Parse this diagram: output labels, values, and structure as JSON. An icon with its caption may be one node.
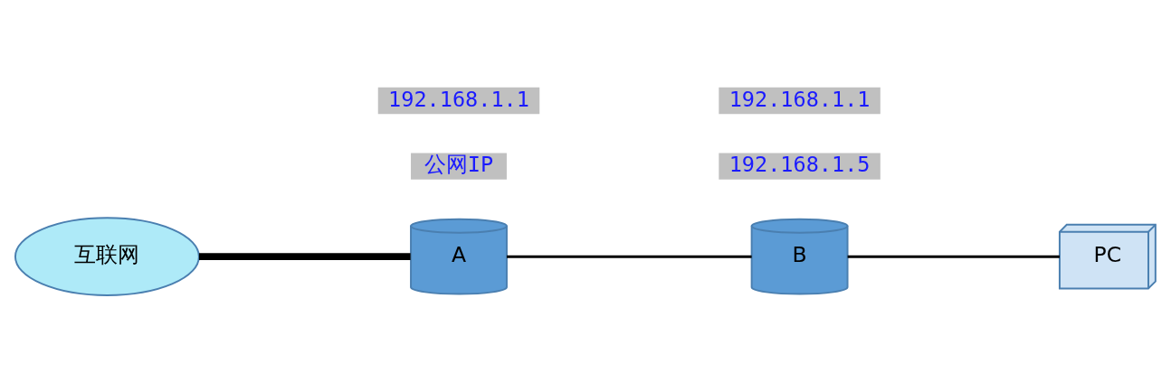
{
  "diagram": {
    "nodes": [
      {
        "text": [
          "互联网"
        ]
      },
      {
        "text": [
          "A"
        ]
      },
      {
        "text": [
          "B"
        ]
      },
      {
        "text": [
          "PC"
        ]
      }
    ],
    "edges": [
      {
        "from": 0,
        "to": 1,
        "arrow": "none",
        "style": "thick"
      },
      {
        "from": 1,
        "to": 2,
        "arrow": "none"
      },
      {
        "from": 2,
        "to": 3,
        "arrow": "none"
      }
    ],
    "labels": [
      "公网IP",
      "192.168.1.1",
      "192.168.1.5",
      "192.168.1.1"
    ]
  }
}
